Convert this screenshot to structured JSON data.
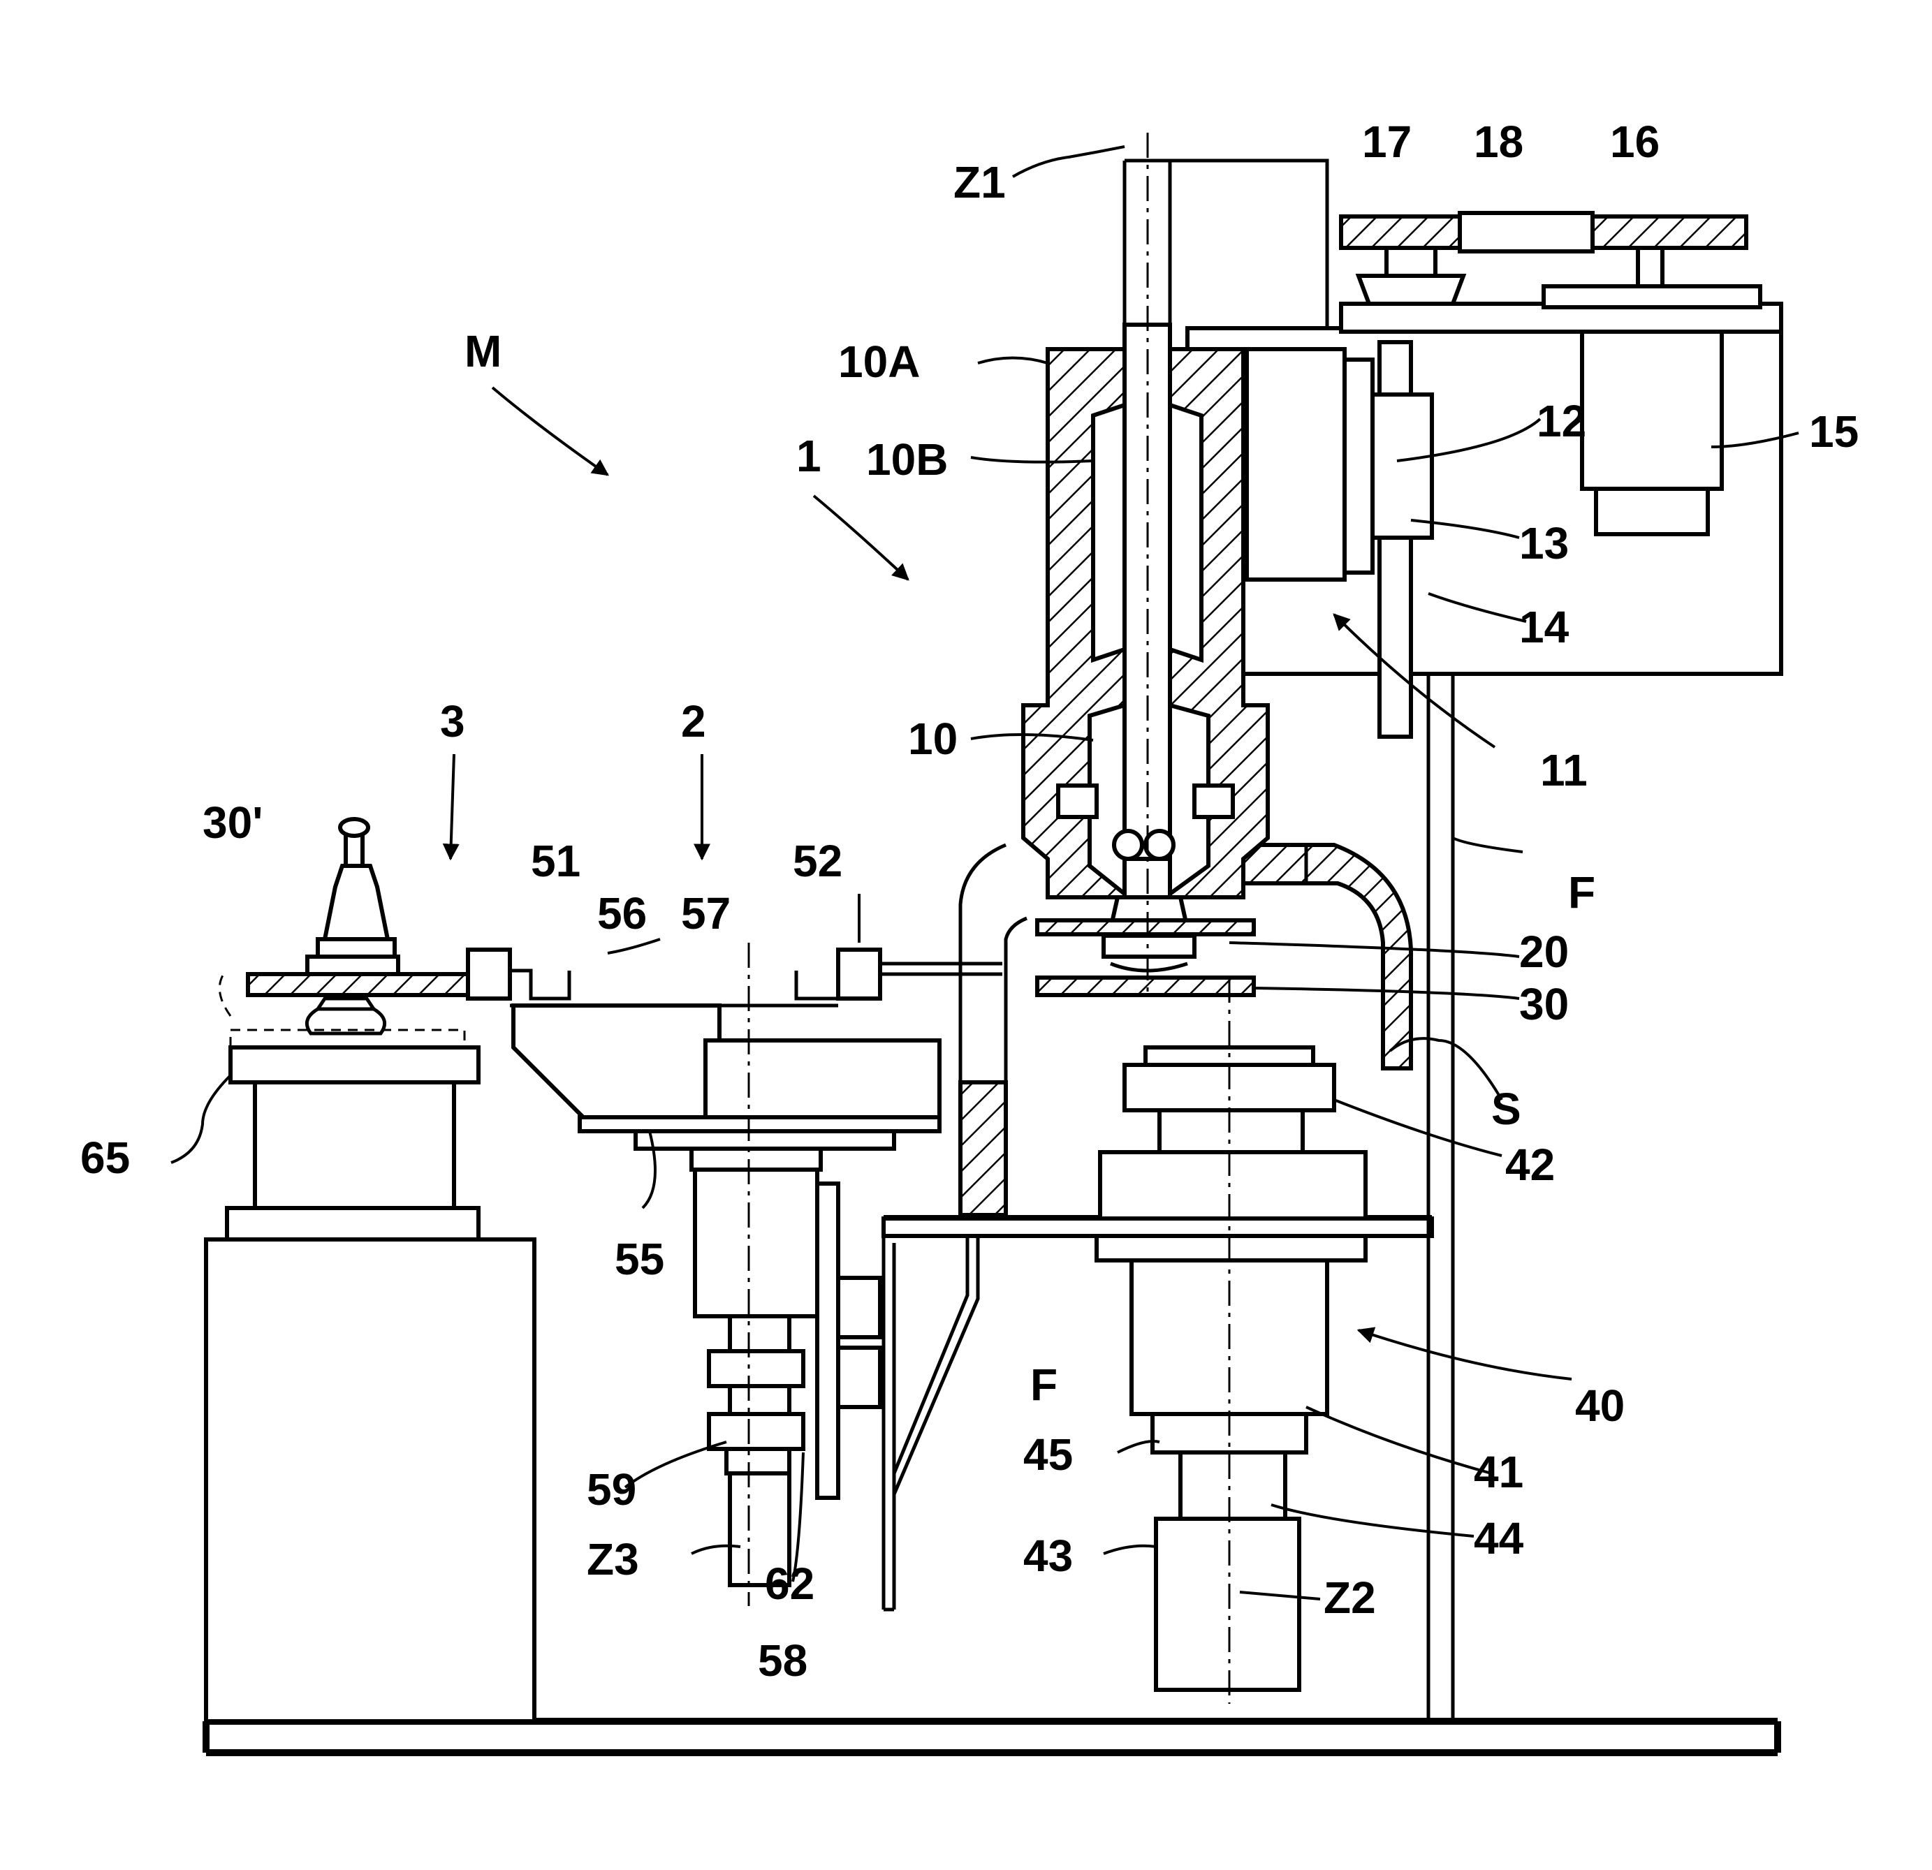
{
  "figure": {
    "labels": {
      "M": "M",
      "one": "1",
      "two": "2",
      "three": "3",
      "z1": "Z1",
      "z2": "Z2",
      "z3": "Z3",
      "l10": "10",
      "l10a": "10A",
      "l10b": "10B",
      "l11": "11",
      "l12": "12",
      "l13": "13",
      "l14": "14",
      "l15": "15",
      "l16": "16",
      "l17": "17",
      "l18": "18",
      "l20": "20",
      "l30": "30",
      "l30p": "30'",
      "l40": "40",
      "l41": "41",
      "l42": "42",
      "l43": "43",
      "l44": "44",
      "l45": "45",
      "l51": "51",
      "l52": "52",
      "l55": "55",
      "l56": "56",
      "l57": "57",
      "l58": "58",
      "l59": "59",
      "l62": "62",
      "l65": "65",
      "s": "S",
      "f1": "F",
      "f2": "F"
    }
  }
}
